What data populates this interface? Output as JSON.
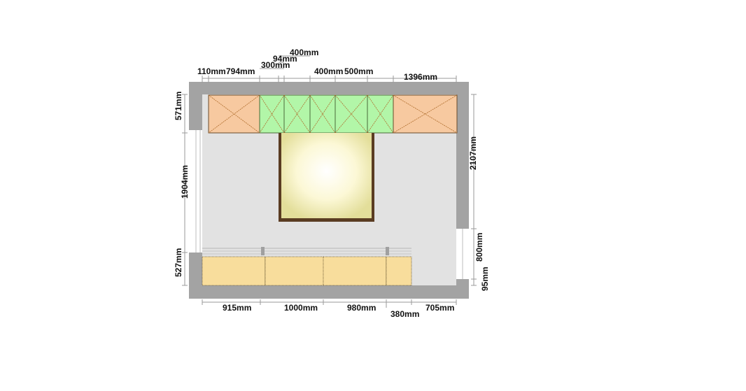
{
  "colors": {
    "wall": "#a3a3a3",
    "floor": "#e2e2e2",
    "upper_end_cabinet": "#f7c9a0",
    "upper_center_cabinet": "#b2f6a8",
    "base_cabinet": "#f8dd9c",
    "bed_frame": "#5a3c22",
    "bed_center": "#fffdf0",
    "bed_edge": "#e9e59d",
    "cabinet_cross": "#b06e2e",
    "dimension_text": "#111111"
  },
  "dimensions": {
    "top": {
      "d110": "110mm",
      "d794": "794mm",
      "d94": "94mm",
      "d300": "300mm",
      "d400_upper": "400mm",
      "d400": "400mm",
      "d500": "500mm",
      "d1396": "1396mm"
    },
    "left": {
      "d571": "571mm",
      "d1904": "1904mm",
      "d527": "527mm"
    },
    "right": {
      "d2107": "2107mm",
      "d800": "800mm",
      "d95": "95mm"
    },
    "bottom": {
      "d915": "915mm",
      "d1000": "1000mm",
      "d980": "980mm",
      "d380": "380mm",
      "d705": "705mm"
    }
  }
}
